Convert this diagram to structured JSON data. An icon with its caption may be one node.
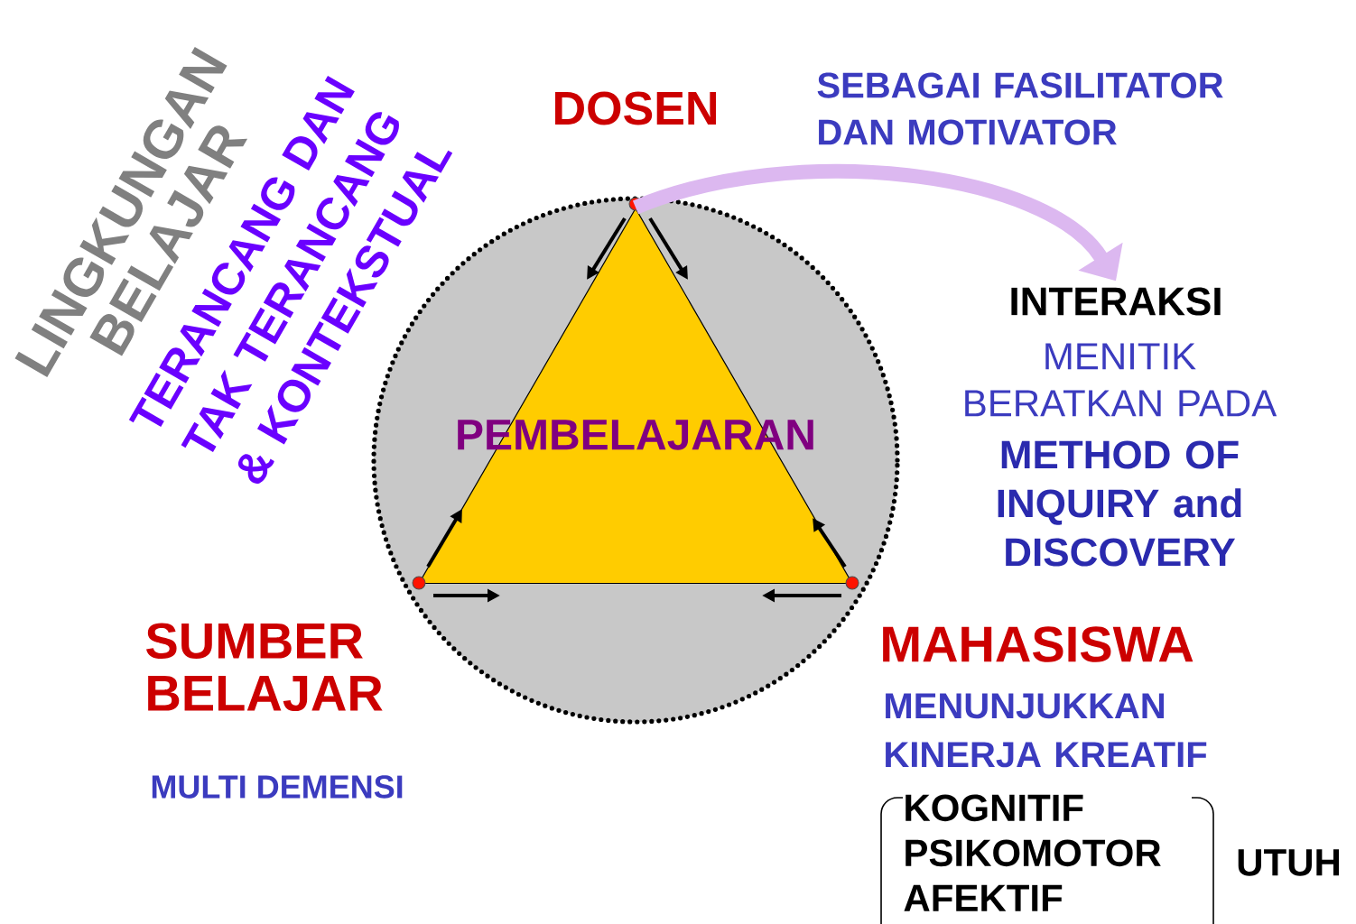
{
  "diagram": {
    "nodes": [
      {
        "text": [],
        "shape": "circle"
      },
      {
        "text": [
          "PEMBELAJARAN"
        ],
        "in": 0
      },
      {
        "text": [
          "INTERAKSI"
        ]
      },
      {
        "text": [
          "KOGNITIF PSIKOMOTOR AFEKTIF"
        ],
        "beside": [
          "UTUH"
        ]
      }
    ],
    "edges": [
      {
        "from": 1,
        "to": 2,
        "arrow": "to",
        "color": "#dcb8f0"
      }
    ],
    "labels": [
      "LINGKUNGAN BELAJAR",
      "TERANCANG DAN TAK TERANCANG & KONTEKSTUAL",
      "DOSEN",
      "SEBAGAI FASILITATOR DAN MOTIVATOR",
      "MENITIK BERATKAN PADA",
      "METHOD OF INQUIRY and DISCOVERY",
      "SUMBER BELAJAR",
      "MAHASISWA",
      "MENUNJUKKAN KINERJA KREATIF",
      "MULTI DEMENSI"
    ]
  }
}
